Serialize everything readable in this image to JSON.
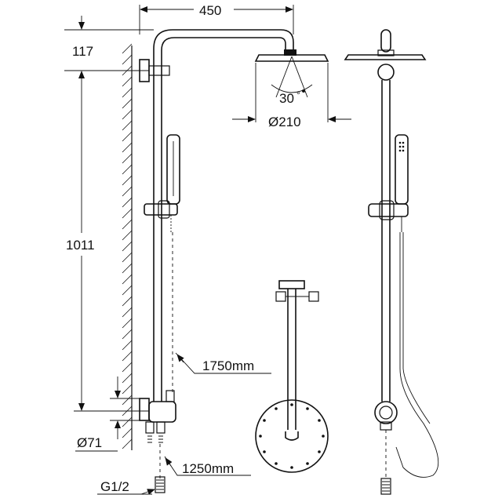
{
  "drawing": {
    "dimensions": {
      "arm_width": "450",
      "head_offset": "117",
      "rail_height": "1011",
      "angle": "30",
      "angle_unit": "°",
      "head_diameter": "Ø210",
      "hose_length_long": "1750mm",
      "hose_length_short": "1250mm",
      "outlet_diameter": "Ø71",
      "thread": "G1/2"
    },
    "views": [
      "side-view",
      "front-view",
      "top-view"
    ]
  }
}
